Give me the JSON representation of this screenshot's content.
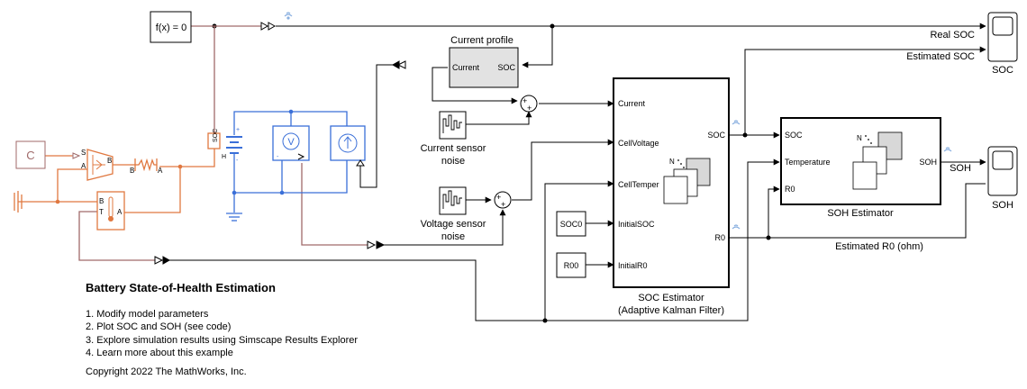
{
  "blocks": {
    "fx": "f(x) = 0",
    "constant_c": "C",
    "current_profile_title": "Current profile",
    "current_profile_port_in": "Current",
    "current_profile_port_out": "SOC",
    "current_noise_label_1": "Current sensor",
    "current_noise_label_2": "noise",
    "voltage_noise_label_1": "Voltage sensor",
    "voltage_noise_label_2": "noise",
    "soc0": "SOC0",
    "r00": "R00",
    "soc_estimator_ports_in": [
      "Current",
      "CellVoltage",
      "CellTemper",
      "InitialSOC",
      "InitialR0"
    ],
    "soc_estimator_port_soc": "SOC",
    "soc_estimator_port_r0": "R0",
    "soc_estimator_label_1": "SOC Estimator",
    "soc_estimator_label_2": "(Adaptive Kalman Filter)",
    "soh_estimator_ports_in": [
      "SOC",
      "Temperature",
      "R0"
    ],
    "soh_estimator_port_out": "SOH",
    "soh_estimator_label": "SOH Estimator",
    "n_label": "N",
    "scope_soc": "SOC",
    "scope_soh": "SOH",
    "battery_port_soc": "SOC",
    "battery_port_h": "H",
    "heat_port_a": "A",
    "heat_port_b": "B",
    "conv_port_s": "S",
    "conv_port_a": "A",
    "conv_port_b": "B",
    "thermal_port_a": "A",
    "thermal_port_b": "B",
    "temp_sensor_port_b": "B",
    "temp_sensor_port_t": "T",
    "temp_sensor_port_a": "A",
    "plus": "+",
    "minus": "-",
    "voltmeter": "V"
  },
  "signals": {
    "real_soc": "Real SOC",
    "estimated_soc": "Estimated SOC",
    "soh": "SOH",
    "estimated_r0": "Estimated R0 (ohm)"
  },
  "doc": {
    "title": "Battery State-of-Health Estimation",
    "links": [
      "1. Modify model parameters",
      "2. Plot SOC and SOH (see code)",
      "3. Explore simulation results using Simscape Results Explorer",
      "4. Learn more about this example"
    ],
    "copyright": "Copyright 2022 The MathWorks, Inc."
  },
  "colors": {
    "signal": "#000000",
    "physical_electrical": "#3a6fd8",
    "physical_thermal": "#e07840",
    "physical_conversion": "#a06a6a",
    "block_border": "#000000",
    "subsystem_fill": "#e2e2e2"
  }
}
